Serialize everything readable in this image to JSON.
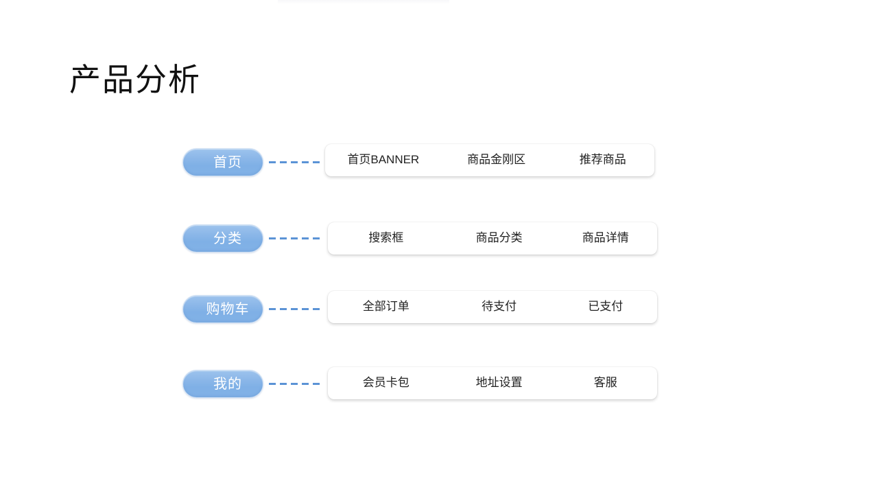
{
  "slide": {
    "title": "产品分析",
    "background_color": "#ffffff",
    "accent_color": "#8ab6e8",
    "connector_color": "#5b93d6",
    "text_color": "#222222"
  },
  "rows": [
    {
      "pill_label": "首页",
      "connector": "dashed-line",
      "items": [
        "首页BANNER",
        "商品金刚区",
        "推荐商品"
      ]
    },
    {
      "pill_label": "分类",
      "connector": "dashed-line",
      "items": [
        "搜索框",
        "商品分类",
        "商品详情"
      ]
    },
    {
      "pill_label": "购物车",
      "connector": "dashed-line",
      "items": [
        "全部订单",
        "待支付",
        "已支付"
      ]
    },
    {
      "pill_label": "我的",
      "connector": "dashed-line",
      "items": [
        "会员卡包",
        "地址设置",
        "客服"
      ]
    }
  ]
}
